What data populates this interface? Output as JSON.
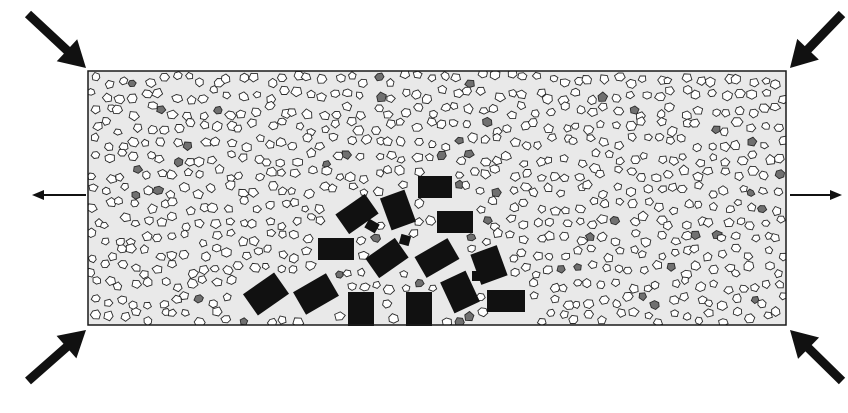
{
  "figure": {
    "description_free": true,
    "colors": {
      "background": "#ffffff",
      "specimen_fill": "#e9e9e9",
      "specimen_border": "#1a1a1a",
      "grain_fill": "#ffffff",
      "grain_stroke": "#2a2a2a",
      "dark_grain_fill": "#707070",
      "block_fill": "#111111",
      "arrow": "#111111"
    },
    "loads": {
      "corner_arrows": [
        "compression-top-left",
        "compression-top-right",
        "compression-bottom-left",
        "compression-bottom-right"
      ],
      "side_arrows": [
        "tension-left",
        "tension-right"
      ]
    },
    "particles": {
      "small_grain_count": 780,
      "dark_grain_count": 45,
      "large_block_count": 17
    }
  }
}
